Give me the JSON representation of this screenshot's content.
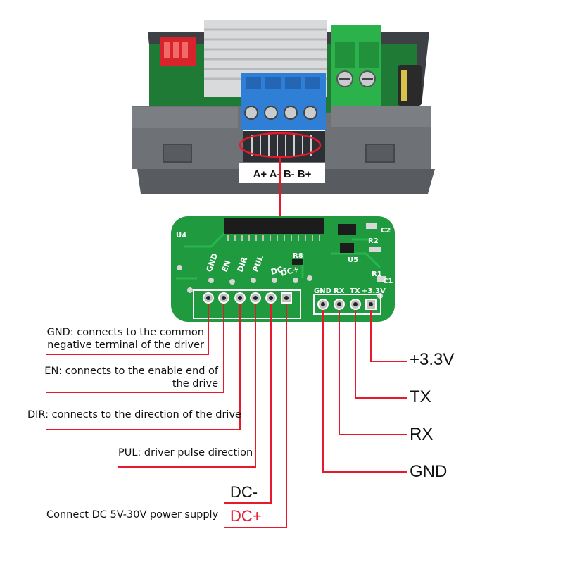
{
  "terminal_label": "A+ A- B- B+",
  "pcb": {
    "pin_labels_left": [
      "GND",
      "EN",
      "DIR",
      "PUL",
      "DC-",
      "DC+"
    ],
    "pin_labels_right": [
      "GND",
      "RX",
      "TX",
      "+3.3V"
    ],
    "component_labels": [
      "U4",
      "R8",
      "U5",
      "R1",
      "C1",
      "C2",
      "R2"
    ]
  },
  "descriptions": {
    "gnd": "GND: connects to the common\nnegative terminal of the driver",
    "en": "EN: connects to the enable end of\nthe drive",
    "dir": "DIR: connects to the direction of the drive",
    "pul": "PUL: driver pulse direction",
    "dc_power": "Connect DC 5V-30V power supply"
  },
  "left_pins": {
    "dc_minus": "DC-",
    "dc_plus": "DC+"
  },
  "right_pins": {
    "v33": "+3.3V",
    "tx": "TX",
    "rx": "RX",
    "gnd": "GND"
  },
  "colors": {
    "wire": "#e8192c",
    "pcb": "#1f9a3e",
    "case": "#6e7176",
    "terminal_blue": "#2f7fd6",
    "terminal_green": "#2bb24a",
    "dc_plus": "#e8192c"
  }
}
